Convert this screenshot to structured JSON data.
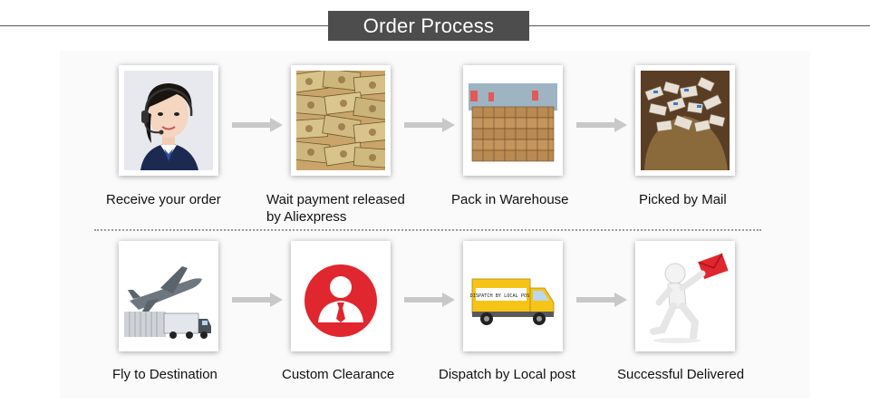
{
  "header": {
    "title": "Order Process"
  },
  "steps": [
    {
      "label": "Receive your order",
      "icon": "customer-service-icon"
    },
    {
      "label": "Wait payment released",
      "label2": "by Aliexpress",
      "icon": "money-stack-icon"
    },
    {
      "label": "Pack in Warehouse",
      "icon": "warehouse-boxes-icon"
    },
    {
      "label": "Picked by Mail",
      "icon": "parcel-pile-icon"
    },
    {
      "label": "Fly to Destination",
      "icon": "airplane-cargo-icon"
    },
    {
      "label": "Custom Clearance",
      "icon": "customs-officer-icon"
    },
    {
      "label": "Dispatch by Local post",
      "icon": "delivery-truck-icon",
      "truck_text": "DISPATCH BY LOCAL POST"
    },
    {
      "label": "Successful Delivered",
      "icon": "delivered-envelope-icon"
    }
  ],
  "colors": {
    "title_bg": "#4d4d4d",
    "arrow": "#c8c8c8",
    "custom_red": "#e0262e",
    "truck_yellow": "#f5c417"
  }
}
